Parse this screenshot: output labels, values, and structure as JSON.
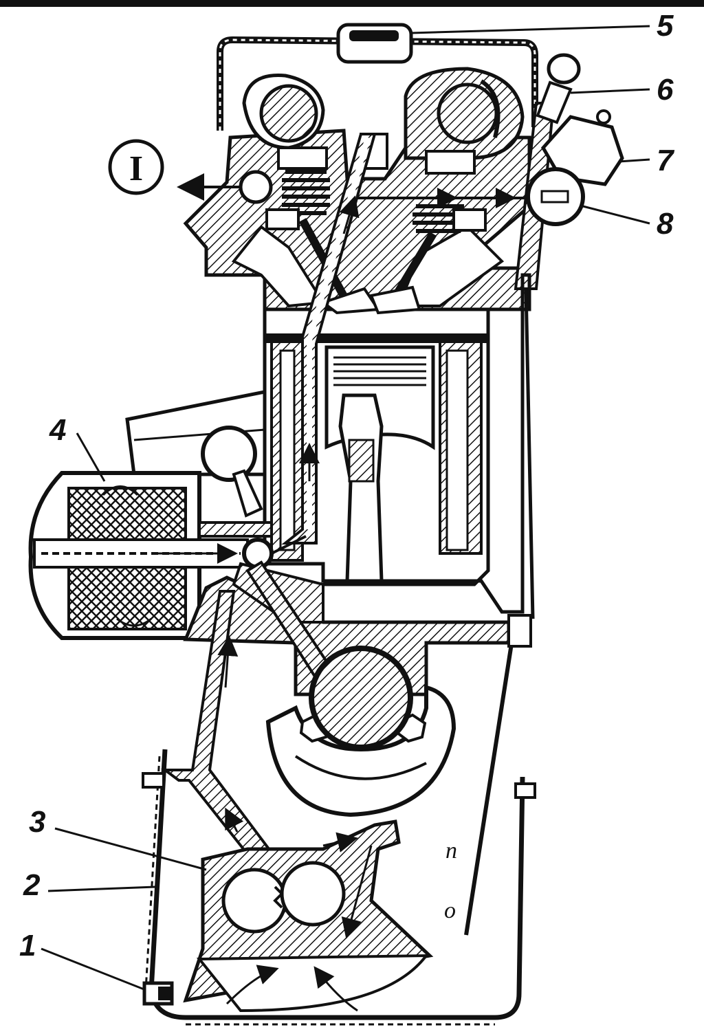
{
  "diagram": {
    "callouts": [
      {
        "id": "1",
        "text": "1"
      },
      {
        "id": "2",
        "text": "2"
      },
      {
        "id": "3",
        "text": "3"
      },
      {
        "id": "4",
        "text": "4"
      },
      {
        "id": "5",
        "text": "5"
      },
      {
        "id": "6",
        "text": "6"
      },
      {
        "id": "7",
        "text": "7"
      },
      {
        "id": "8",
        "text": "8"
      }
    ],
    "view_marker": "I",
    "dipstick_marks": {
      "upper": "п",
      "lower": "о"
    }
  }
}
